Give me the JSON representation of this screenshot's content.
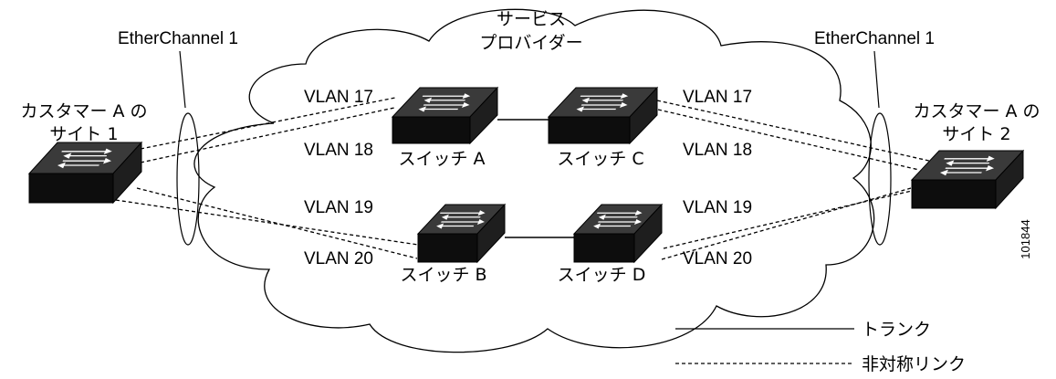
{
  "cloud_label_line1": "サービス",
  "cloud_label_line2": "プロバイダー",
  "etherchannel_left": "EtherChannel 1",
  "etherchannel_right": "EtherChannel 1",
  "site_left_line1": "カスタマー A の",
  "site_left_line2": "サイト 1",
  "site_right_line1": "カスタマー A の",
  "site_right_line2": "サイト 2",
  "vlans_left": [
    "VLAN 17",
    "VLAN 18",
    "VLAN 19",
    "VLAN 20"
  ],
  "vlans_right": [
    "VLAN 17",
    "VLAN 18",
    "VLAN 19",
    "VLAN 20"
  ],
  "switches": {
    "a": "スイッチ A",
    "b": "スイッチ B",
    "c": "スイッチ C",
    "d": "スイッチ D"
  },
  "figure_id": "101844",
  "legend": {
    "trunk": "トランク",
    "asymmetric": "非対称リンク"
  }
}
